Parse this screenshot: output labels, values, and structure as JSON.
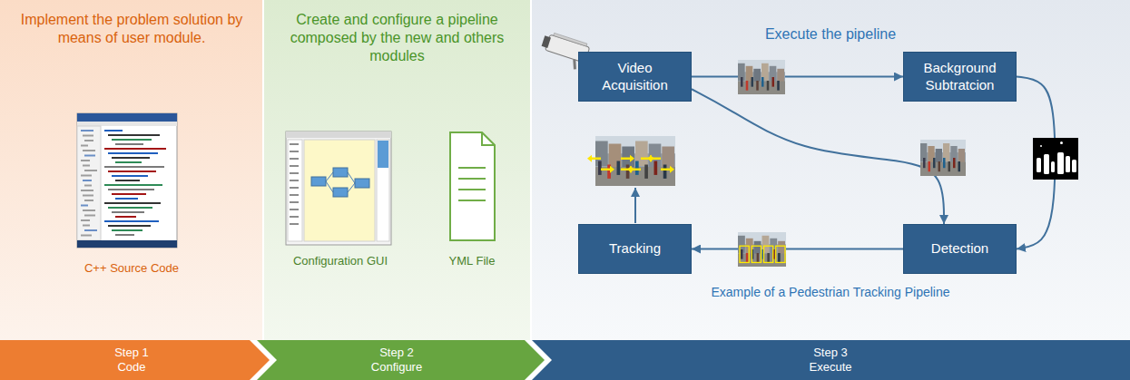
{
  "diagram": {
    "nodes": [
      {
        "text": [
          "Implement the problem solution by means of user module.",
          "C++ Source Code"
        ]
      },
      {
        "text": [
          "Create and configure a pipeline composed by the new and others modules",
          "Configuration GUI",
          "YML File"
        ]
      },
      {
        "text": [
          "Execute the pipeline",
          "Example of a Pedestrian Tracking Pipeline"
        ]
      },
      {
        "text": [
          "Video Acquisition"
        ],
        "in": 2
      },
      {
        "text": [
          "Background Subtratcion"
        ],
        "in": 2
      },
      {
        "text": [
          "Detection"
        ],
        "in": 2
      },
      {
        "text": [
          "Tracking"
        ],
        "in": 2
      },
      {
        "text": [
          "Step 1",
          "Code"
        ]
      },
      {
        "text": [
          "Step 2",
          "Configure"
        ]
      },
      {
        "text": [
          "Step 3",
          "Execute"
        ]
      }
    ],
    "edges": [
      {
        "from": 3,
        "to": 4,
        "arrow": "to"
      },
      {
        "from": 3,
        "to": 5,
        "arrow": "to"
      },
      {
        "from": 4,
        "to": 5,
        "arrow": "to"
      },
      {
        "from": 5,
        "to": 6,
        "arrow": "to"
      }
    ]
  }
}
